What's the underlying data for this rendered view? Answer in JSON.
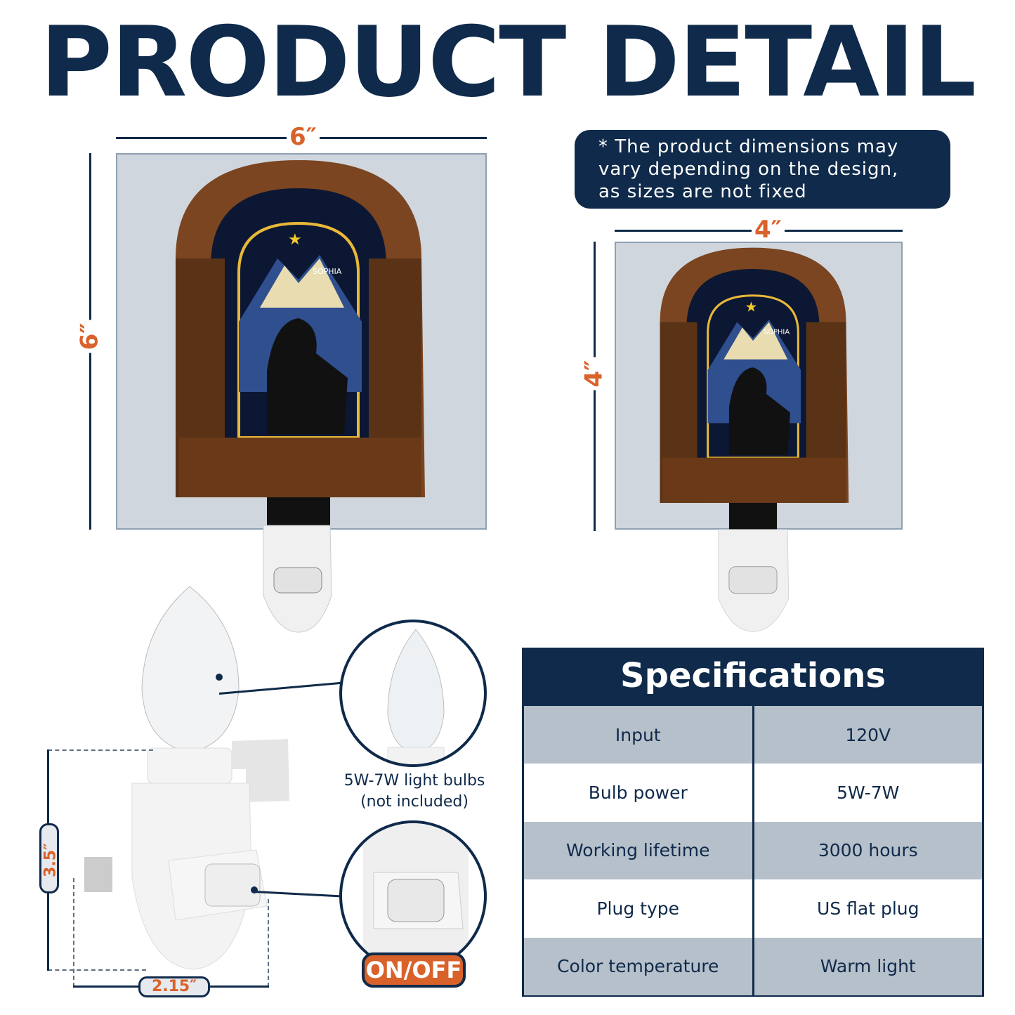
{
  "title": "PRODUCT DETAIL",
  "note": {
    "lines": [
      "* The product dimensions may",
      "vary depending on the design,",
      "as sizes are not fixed"
    ]
  },
  "large_product": {
    "width_label": "6″",
    "height_label": "6″",
    "name_text": "SOPHIA"
  },
  "small_product": {
    "width_label": "4″",
    "height_label": "4″",
    "name_text": "SOPHIA"
  },
  "fixture": {
    "height_label": "3.5″",
    "width_label": "2.15″",
    "bulb_label": "5W-7W light bulbs",
    "bulb_note": "(not included)",
    "switch_label": "ON/OFF"
  },
  "specifications": {
    "title": "Specifications",
    "rows": [
      {
        "label": "Input",
        "value": "120V"
      },
      {
        "label": "Bulb power",
        "value": "5W-7W"
      },
      {
        "label": "Working lifetime",
        "value": "3000 hours"
      },
      {
        "label": "Plug type",
        "value": "US flat plug"
      },
      {
        "label": "Color temperature",
        "value": "Warm light"
      }
    ]
  },
  "colors": {
    "navy": "#0f2a4a",
    "orange": "#d9622b",
    "panel": "#cfd6de",
    "row_gray": "#b6c0ca"
  }
}
